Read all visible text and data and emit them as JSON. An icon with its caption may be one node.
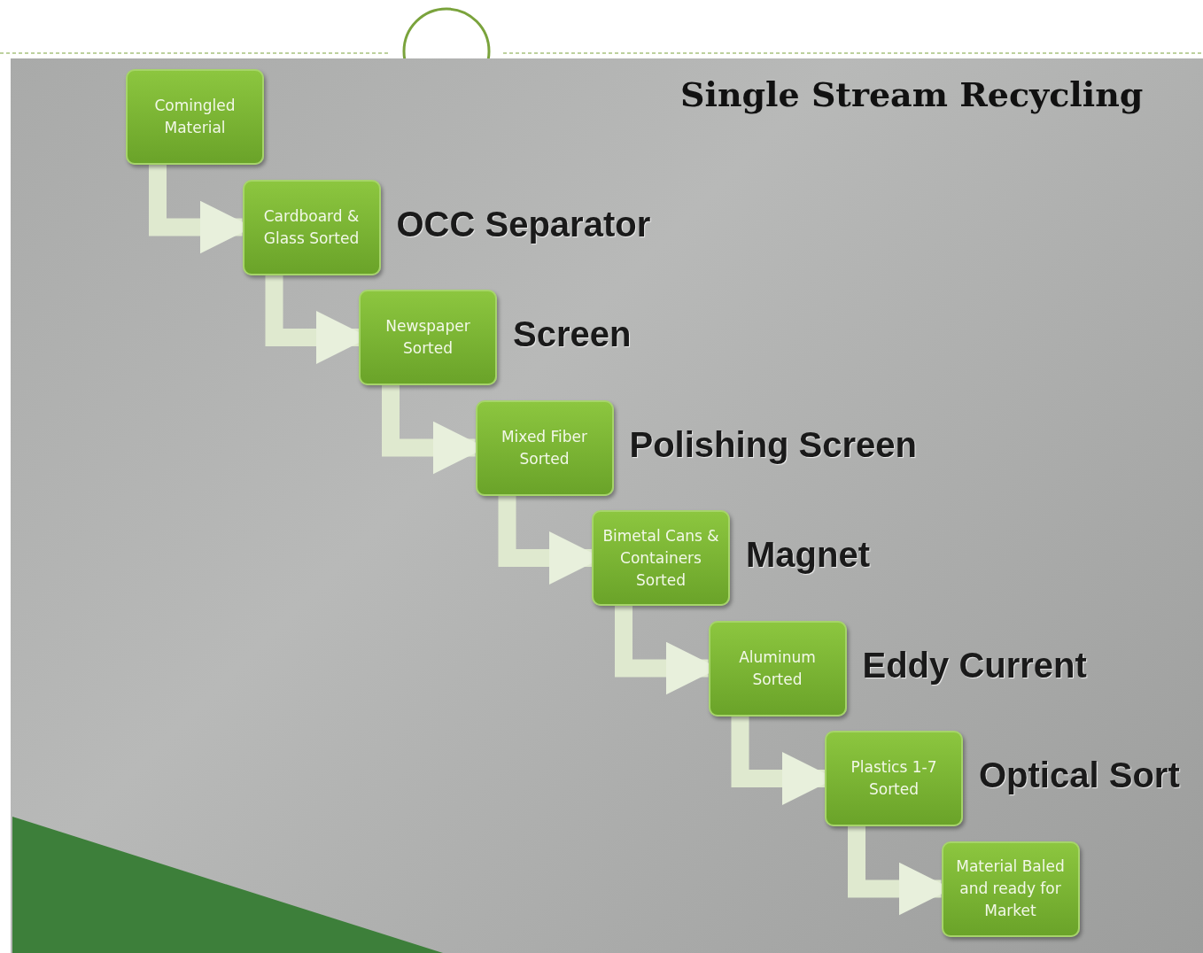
{
  "diagram": {
    "title": "Single Stream Recycling",
    "nodes": [
      {
        "text": [
          "Comingled Material"
        ]
      },
      {
        "text": [
          "Cardboard & Glass Sorted"
        ],
        "beside": [
          "OCC Separator"
        ]
      },
      {
        "text": [
          "Newspaper Sorted"
        ],
        "beside": [
          "Screen"
        ]
      },
      {
        "text": [
          "Mixed Fiber Sorted"
        ],
        "beside": [
          "Polishing Screen"
        ]
      },
      {
        "text": [
          "Bimetal Cans & Containers Sorted"
        ],
        "beside": [
          "Magnet"
        ]
      },
      {
        "text": [
          "Aluminum Sorted"
        ],
        "beside": [
          "Eddy Current"
        ]
      },
      {
        "text": [
          "Plastics 1-7 Sorted"
        ],
        "beside": [
          "Optical Sort"
        ]
      },
      {
        "text": [
          "Material Baled and ready for Market"
        ]
      }
    ],
    "edges": [
      {
        "from": 0,
        "to": 1,
        "arrow": "to"
      },
      {
        "from": 1,
        "to": 2,
        "arrow": "to"
      },
      {
        "from": 2,
        "to": 3,
        "arrow": "to"
      },
      {
        "from": 3,
        "to": 4,
        "arrow": "to"
      },
      {
        "from": 4,
        "to": 5,
        "arrow": "to"
      },
      {
        "from": 5,
        "to": 6,
        "arrow": "to"
      },
      {
        "from": 6,
        "to": 7,
        "arrow": "to"
      }
    ]
  }
}
